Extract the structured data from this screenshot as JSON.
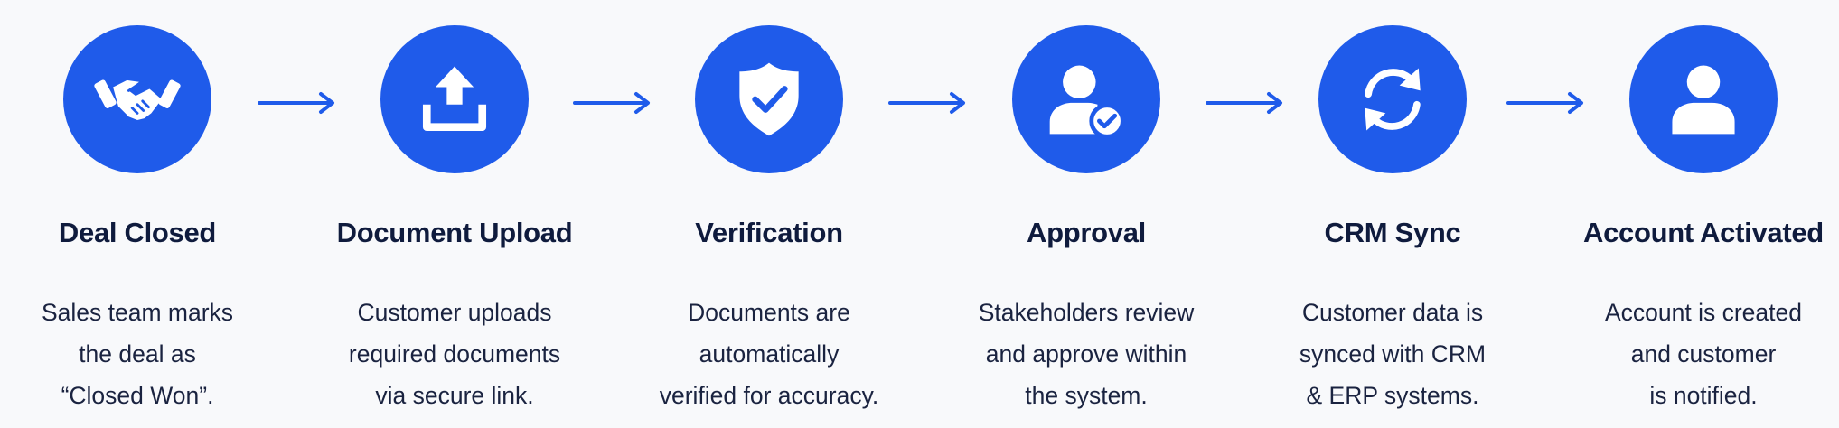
{
  "steps": [
    {
      "icon": "handshake-icon",
      "title": "Deal Closed",
      "desc": [
        "Sales team marks",
        "the deal as",
        "“Closed Won”."
      ]
    },
    {
      "icon": "upload-icon",
      "title": "Document Upload",
      "desc": [
        "Customer uploads",
        "required documents",
        "via secure link."
      ]
    },
    {
      "icon": "shield-check-icon",
      "title": "Verification",
      "desc": [
        "Documents are",
        "automatically",
        "verified for accuracy."
      ]
    },
    {
      "icon": "user-check-icon",
      "title": "Approval",
      "desc": [
        "Stakeholders review",
        "and approve within",
        "the system."
      ]
    },
    {
      "icon": "sync-icon",
      "title": "CRM Sync",
      "desc": [
        "Customer data is",
        "synced with CRM",
        "& ERP systems."
      ]
    },
    {
      "icon": "user-icon",
      "title": "Account Activated",
      "desc": [
        "Account is created",
        "and customer",
        "is notified."
      ]
    }
  ],
  "colors": {
    "accent": "#1f5bea",
    "text": "#0f1b3d"
  }
}
